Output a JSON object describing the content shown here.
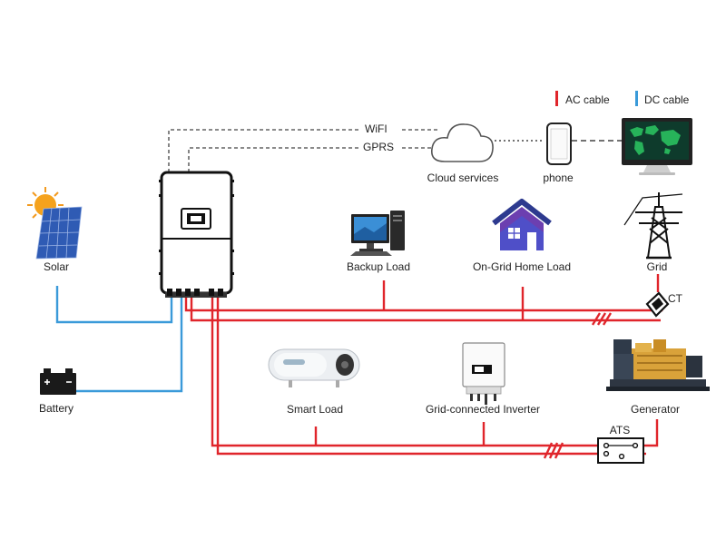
{
  "legend": {
    "ac_label": "AC cable",
    "dc_label": "DC cable",
    "ac_color": "#e0252b",
    "dc_color": "#3a9ad9"
  },
  "comm": {
    "wifi": "WiFI",
    "gprs": "GPRS"
  },
  "nodes": {
    "cloud": "Cloud services",
    "phone": "phone",
    "solar": "Solar",
    "battery": "Battery",
    "backup_load": "Backup Load",
    "home_load": "On-Grid Home Load",
    "grid": "Grid",
    "ct": "CT",
    "smart_load": "Smart Load",
    "grid_inverter": "Grid-connected Inverter",
    "generator": "Generator",
    "ats": "ATS"
  }
}
